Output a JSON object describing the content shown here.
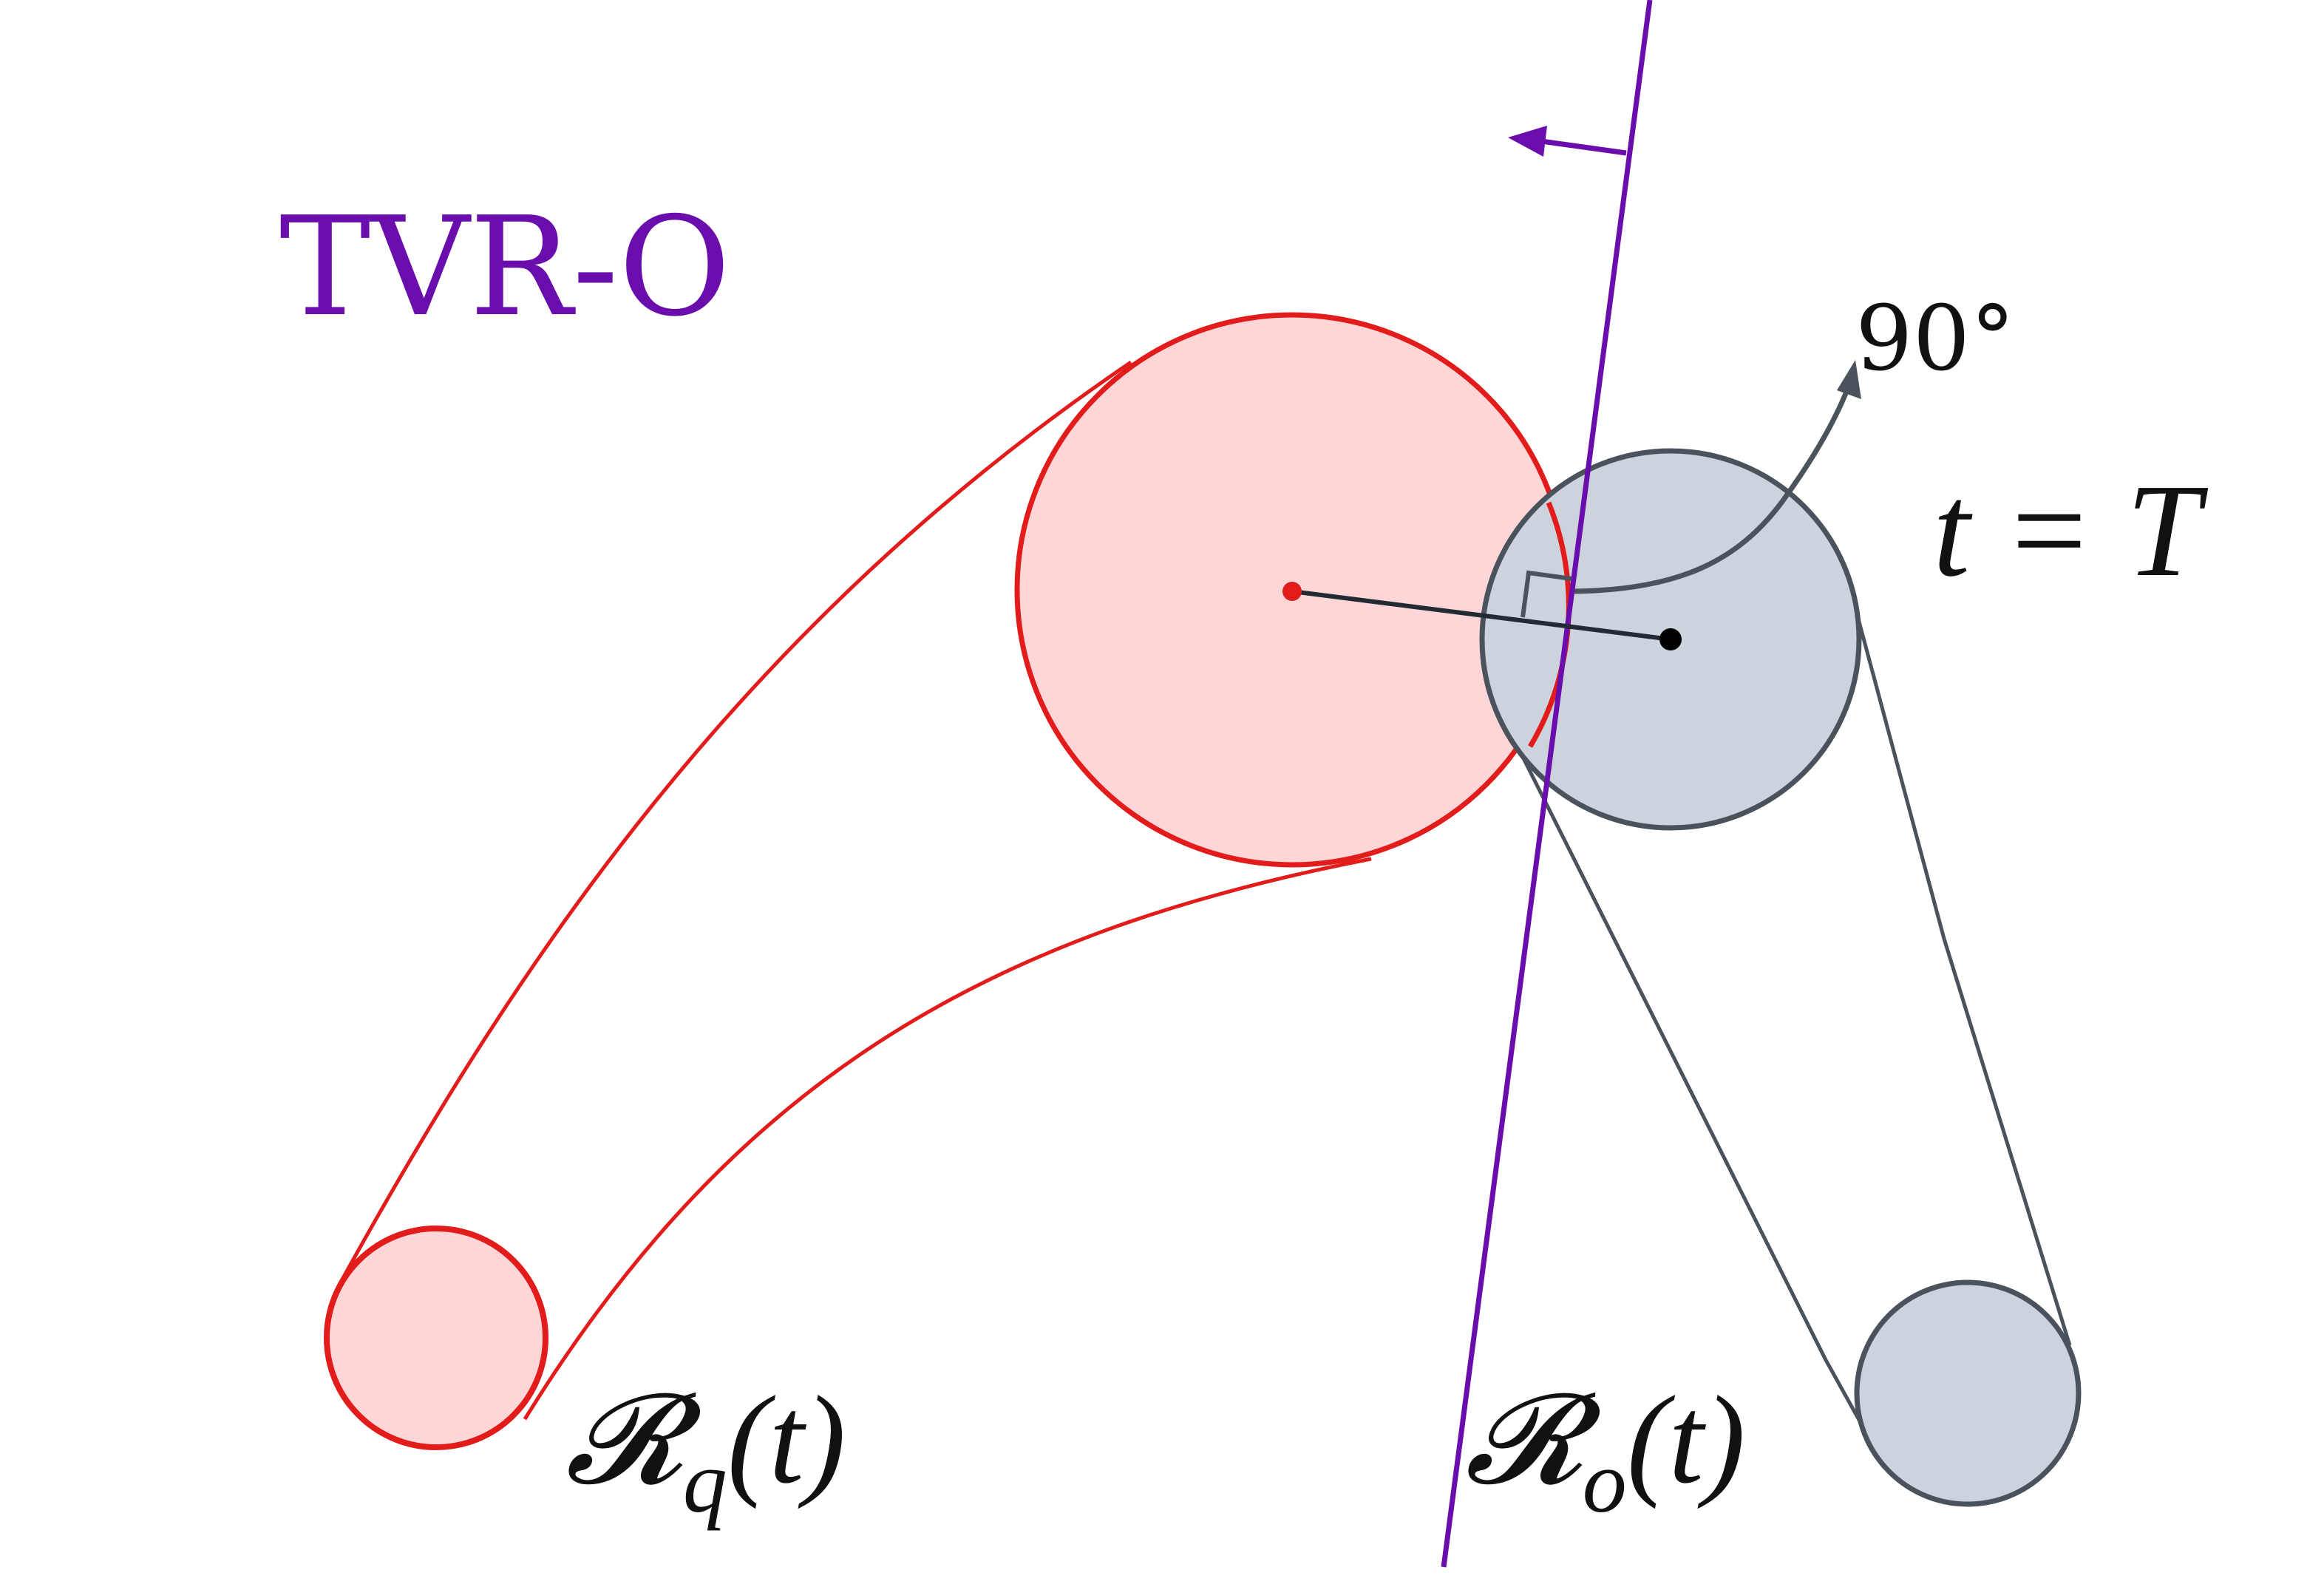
{
  "title": "TVR-O",
  "time_label": "t = T",
  "angle_label": "90°",
  "reach_q": {
    "symbol": "𝓡",
    "subscript": "q",
    "arg": "(t)"
  },
  "reach_o": {
    "symbol": "𝓡",
    "subscript": "o",
    "arg": "(t)"
  },
  "colors": {
    "title": "#6a0dad",
    "plane": "#6a0dad",
    "q_stroke": "#e21b1b",
    "q_fill": "#ffd6d8",
    "o_stroke": "#4a525c",
    "o_fill": "#cdd3dc",
    "text": "#111111",
    "connector": "#222a33"
  }
}
